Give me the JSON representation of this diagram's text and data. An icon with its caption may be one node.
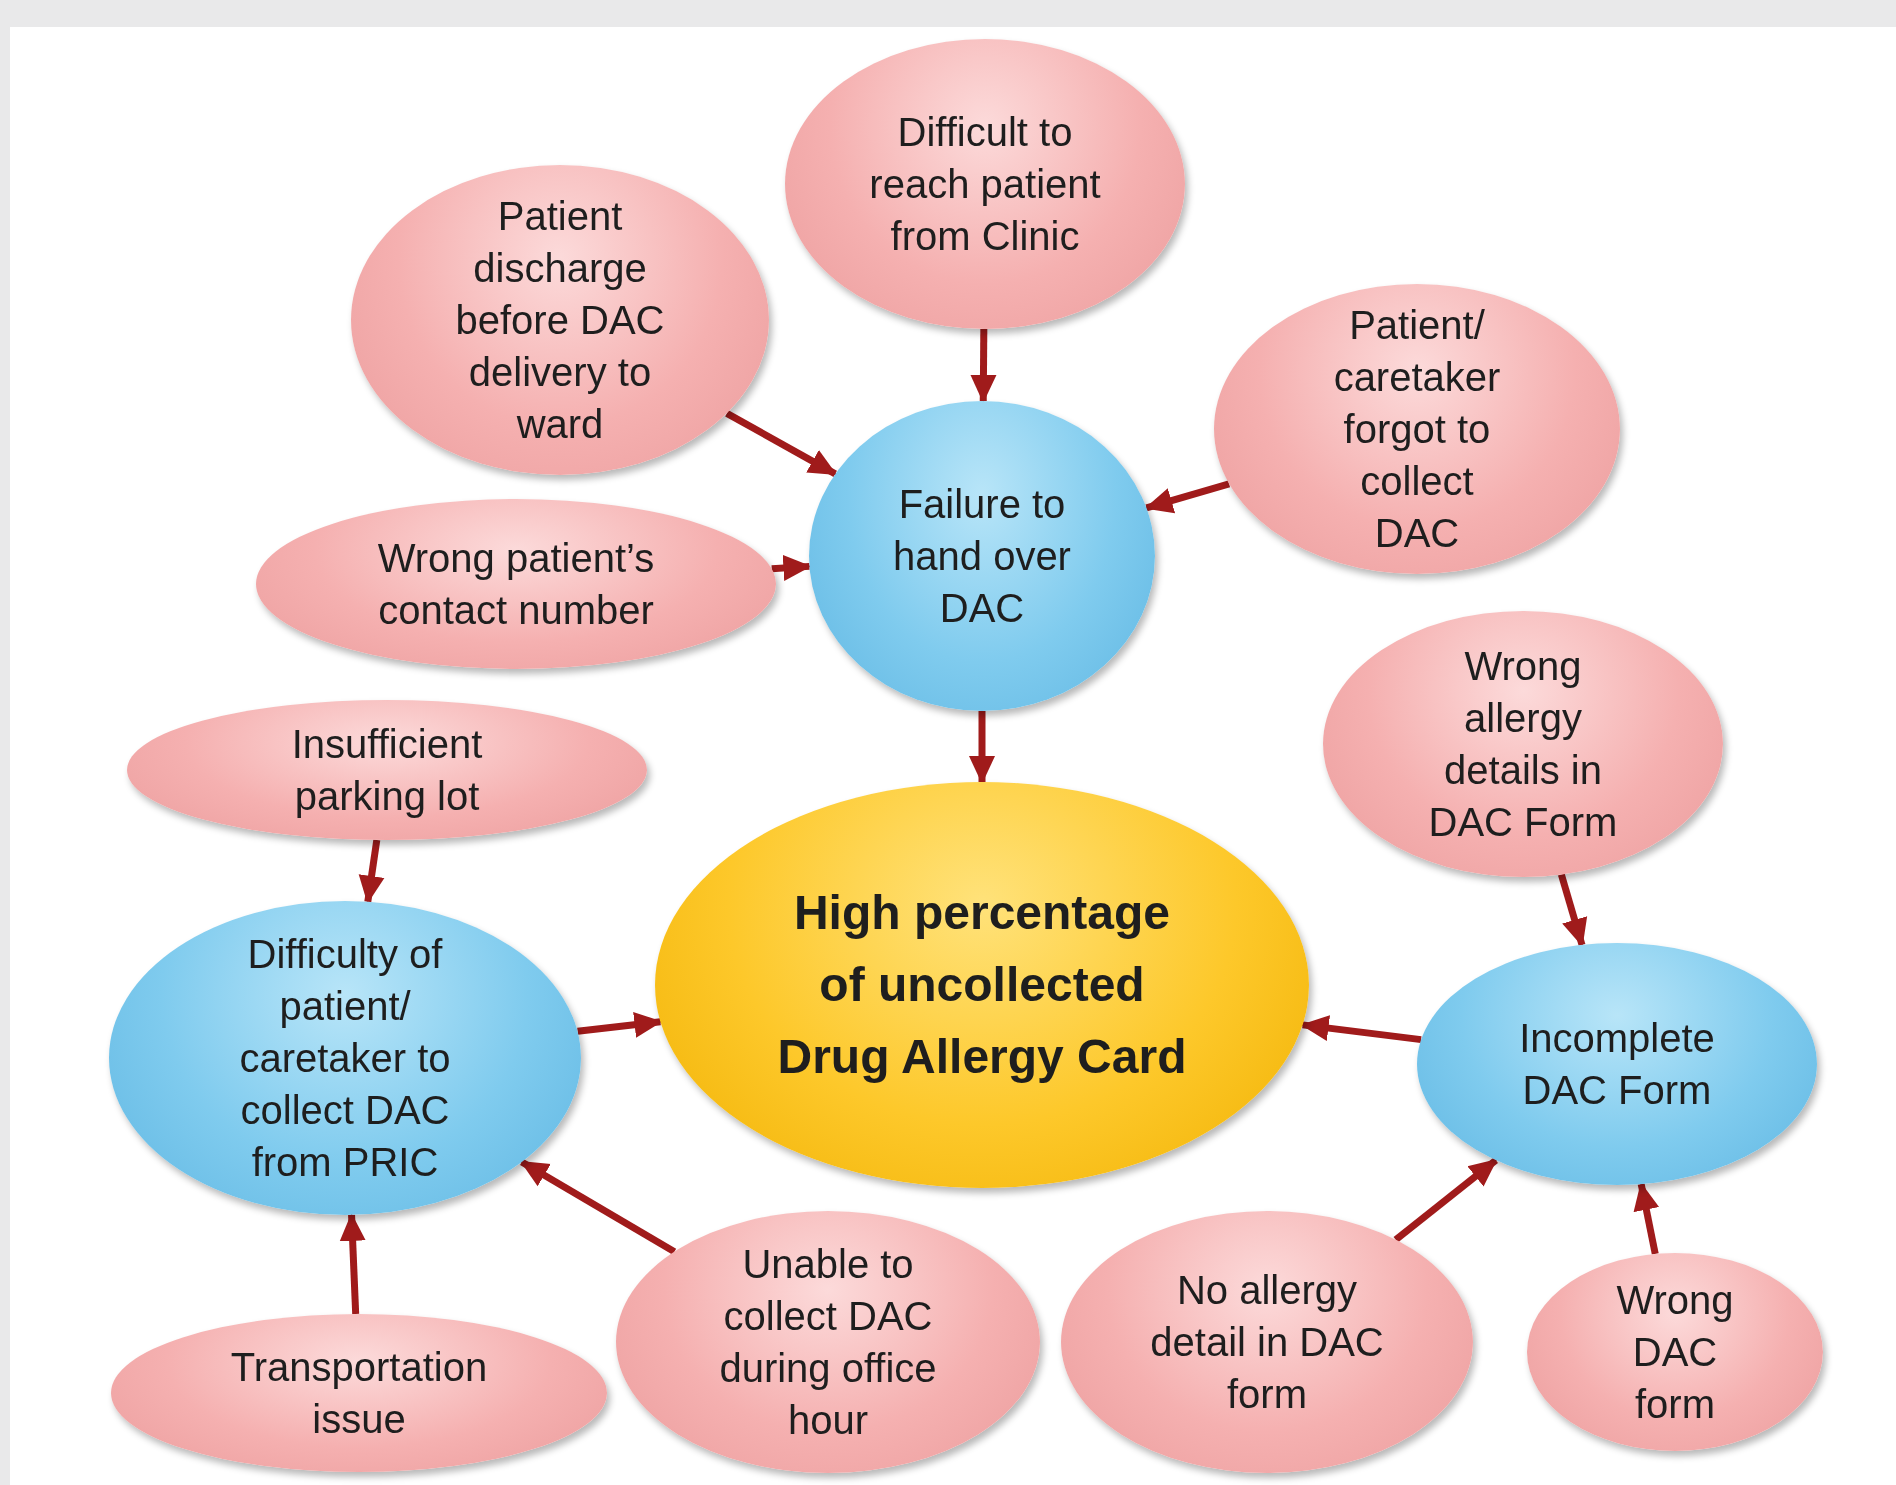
{
  "diagram": {
    "nodes": [
      {
        "text": [
          "Difficult to reach patient from Clinic"
        ]
      },
      {
        "text": [
          "Patient discharge before DAC delivery to ward"
        ]
      },
      {
        "text": [
          "Patient/ caretaker forgot to collect DAC"
        ]
      },
      {
        "text": [
          "Wrong patient’s contact number"
        ]
      },
      {
        "text": [
          "Failure to hand over DAC"
        ]
      },
      {
        "text": [
          "Wrong allergy details in DAC Form"
        ]
      },
      {
        "text": [
          "Insufficient parking lot"
        ]
      },
      {
        "text": [
          "High percentage of uncollected Drug Allergy Card"
        ]
      },
      {
        "text": [
          "Difficulty of patient/ caretaker to collect DAC from PRIC"
        ]
      },
      {
        "text": [
          "Incomplete DAC Form"
        ]
      },
      {
        "text": [
          "Transportation issue"
        ]
      },
      {
        "text": [
          "Unable to collect DAC during office hour"
        ]
      },
      {
        "text": [
          "No allergy detail in DAC form"
        ]
      },
      {
        "text": [
          "Wrong DAC form"
        ]
      }
    ],
    "edges": [
      {
        "from": 0,
        "to": 4,
        "arrow": "to"
      },
      {
        "from": 1,
        "to": 4,
        "arrow": "to"
      },
      {
        "from": 2,
        "to": 4,
        "arrow": "to"
      },
      {
        "from": 3,
        "to": 4,
        "arrow": "to"
      },
      {
        "from": 4,
        "to": 7,
        "arrow": "to"
      },
      {
        "from": 6,
        "to": 8,
        "arrow": "to"
      },
      {
        "from": 8,
        "to": 7,
        "arrow": "to"
      },
      {
        "from": 10,
        "to": 8,
        "arrow": "to"
      },
      {
        "from": 11,
        "to": 8,
        "arrow": "to"
      },
      {
        "from": 5,
        "to": 9,
        "arrow": "to"
      },
      {
        "from": 9,
        "to": 7,
        "arrow": "to"
      },
      {
        "from": 12,
        "to": 9,
        "arrow": "to"
      },
      {
        "from": 13,
        "to": 9,
        "arrow": "to"
      }
    ]
  }
}
